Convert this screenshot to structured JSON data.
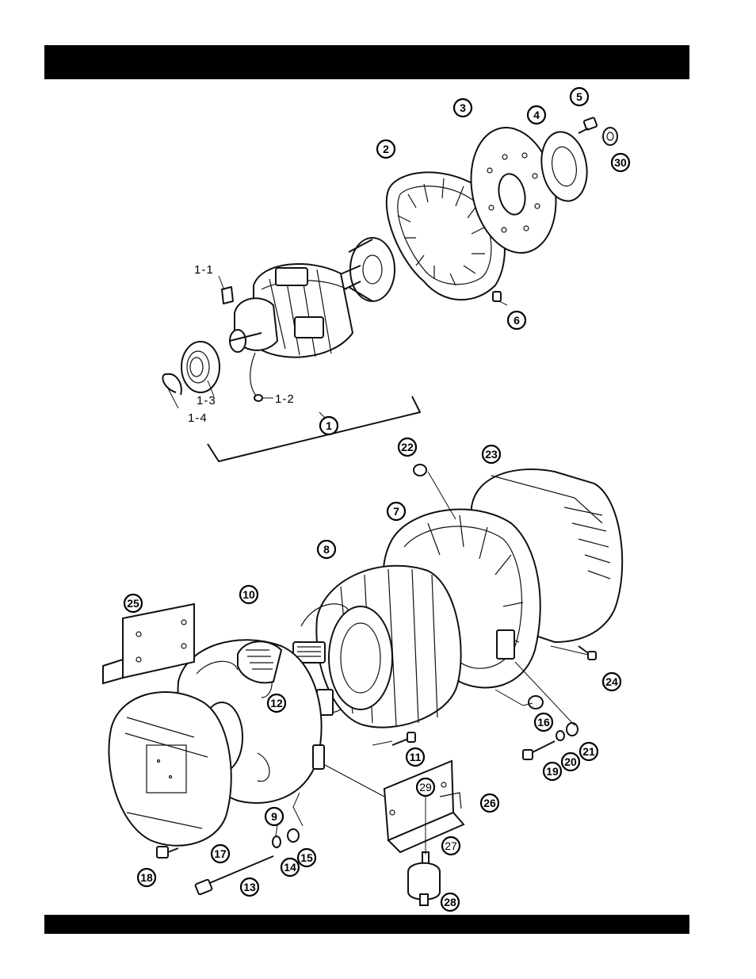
{
  "callouts": {
    "c1": "1",
    "c2": "2",
    "c3": "3",
    "c4": "4",
    "c5": "5",
    "c6": "6",
    "c7": "7",
    "c8": "8",
    "c9": "9",
    "c10": "10",
    "c11": "11",
    "c12": "12",
    "c13": "13",
    "c14": "14",
    "c15": "15",
    "c16": "16",
    "c17": "17",
    "c18": "18",
    "c19": "19",
    "c20": "20",
    "c21": "21",
    "c22": "22",
    "c23": "23",
    "c24": "24",
    "c25": "25",
    "c26": "26",
    "c27": "27",
    "c28": "28",
    "c29": "29",
    "c30": "30"
  },
  "sublabels": {
    "s11": "1-1",
    "s12": "1-2",
    "s13": "1-3",
    "s14": "1-4"
  }
}
